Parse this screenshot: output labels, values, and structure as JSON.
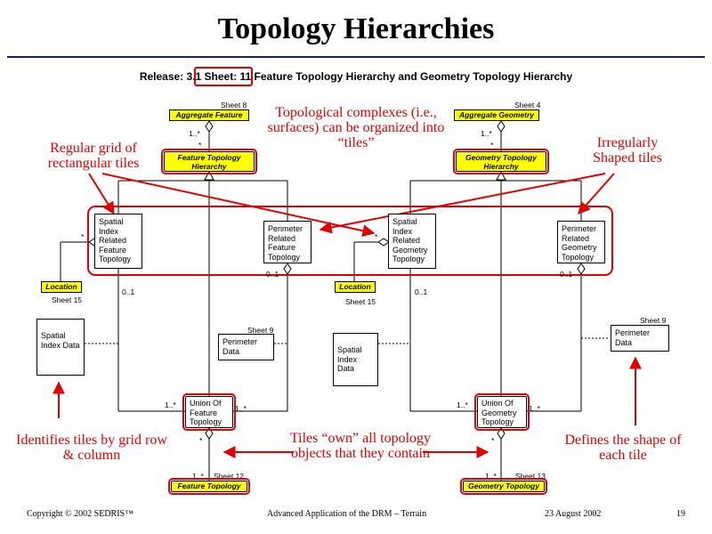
{
  "slide": {
    "title": "Topology Hierarchies",
    "subtitle": "Release: 3.1  Sheet:  11  Feature Topology Hierarchy and Geometry Topology Hierarchy",
    "page_number": "19"
  },
  "diagram": {
    "feature_side": {
      "aggregate_label": "Aggregate Feature",
      "aggregate_sheet": "Sheet 8",
      "hierarchy_label": "Feature Topology Hierarchy",
      "spatial_index_related": "Spatial Index Related Feature Topology",
      "perimeter_related": "Perimeter Related Feature Topology",
      "location_label": "Location",
      "location_sheet": "Sheet 15",
      "spatial_index_data": "Spatial Index Data",
      "perimeter_data": "Perimeter Data",
      "perimeter_data_sheet": "Sheet 9",
      "union_of": "Union Of Feature Topology",
      "topology_label": "Feature Topology",
      "topology_sheet": "Sheet 12"
    },
    "geometry_side": {
      "aggregate_label": "Aggregate Geometry",
      "aggregate_sheet": "Sheet 4",
      "hierarchy_label": "Geometry Topology Hierarchy",
      "spatial_index_related": "Spatial Index Related Geometry Topology",
      "perimeter_related": "Perimeter Related Geometry Topology",
      "location_label": "Location",
      "location_sheet": "Sheet 15",
      "spatial_index_data": "Spatial Index Data",
      "perimeter_data": "Perimeter Data",
      "perimeter_data_sheet": "Sheet 9",
      "union_of": "Union Of Geometry Topology",
      "topology_label": "Geometry Topology",
      "topology_sheet": "Sheet 13"
    },
    "multiplicities": {
      "one_many": "1..*",
      "many": "*",
      "zero_one": "0..1"
    }
  },
  "annotations": {
    "regular_grid": "Regular grid of rectangular tiles",
    "topological_complexes": "Topological complexes (i.e., surfaces) can be organized into “tiles”",
    "irregular_tiles": "Irregularly Shaped tiles",
    "identifies_tiles": "Identifies tiles by grid row & column",
    "tiles_own": "Tiles “own” all topology objects that they contain",
    "defines_shape": "Defines the shape of each tile"
  },
  "footer": {
    "copyright": "Copyright © 2002 SEDRIS™",
    "center": "Advanced Application of the DRM – Terrain",
    "date": "23 August 2002"
  },
  "colors": {
    "accent_red": "#e00000",
    "class_yellow": "#ffff00",
    "rule_blue": "#1a1aa8"
  }
}
